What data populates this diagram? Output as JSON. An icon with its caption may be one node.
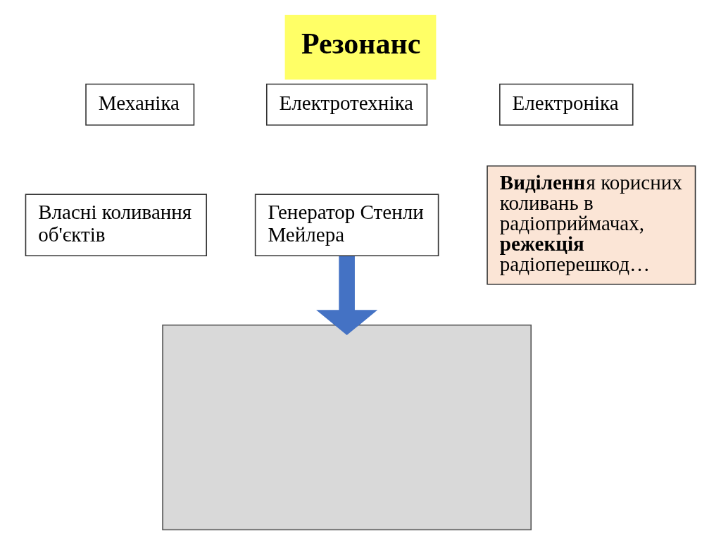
{
  "diagram": {
    "title": "Резонанс",
    "nodes": [
      {
        "text": [
          "Механіка"
        ]
      },
      {
        "text": [
          "Електротехніка"
        ]
      },
      {
        "text": [
          "Електроніка"
        ]
      },
      {
        "text": [
          "Власні коливання об'єктів"
        ]
      },
      {
        "text": [
          "Генератор Стенли Мейлера"
        ]
      },
      {
        "text": [
          "**Виділенн**я корисних коливань в радіоприймачах, **режекція** радіоперешкод…"
        ]
      },
      {
        "text": [],
        "shape": "box"
      }
    ],
    "edges": [
      {
        "from": 4,
        "to": 6,
        "arrow": "to",
        "color": "#4472c4"
      }
    ]
  }
}
